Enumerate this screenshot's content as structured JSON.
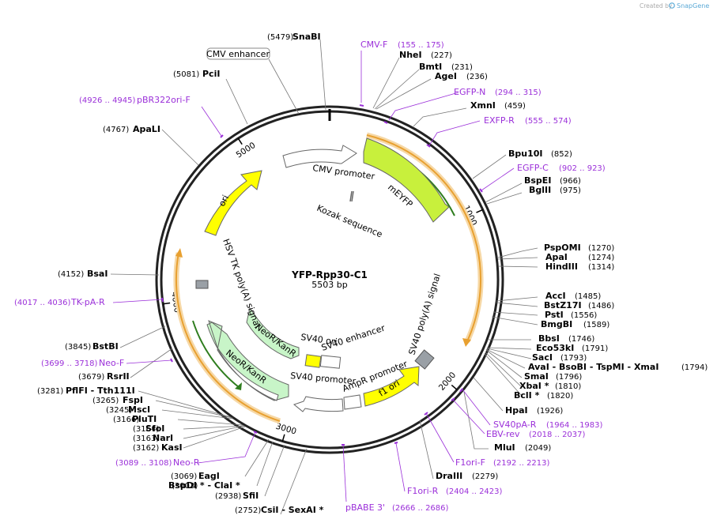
{
  "branding": {
    "created_by": "Created by",
    "app_name": "SnapGene"
  },
  "plasmid": {
    "name": "YFP-Rpp30-C1",
    "length_label": "5503 bp",
    "length": 5503
  },
  "tick_labels": [
    {
      "label": "1000",
      "pos": 1000
    },
    {
      "label": "2000",
      "pos": 2000
    },
    {
      "label": "3000",
      "pos": 3000
    },
    {
      "label": "4000",
      "pos": 4000
    },
    {
      "label": "5000",
      "pos": 5000
    }
  ],
  "site_labels": [
    {
      "name": "SnaBI",
      "pos_text": "(5479)"
    },
    {
      "name": "NheI",
      "pos_text": "(227)"
    },
    {
      "name": "BmtI",
      "pos_text": "(231)"
    },
    {
      "name": "AgeI",
      "pos_text": "(236)"
    },
    {
      "name": "XmnI",
      "pos_text": "(459)"
    },
    {
      "name": "Bpu10I",
      "pos_text": "(852)"
    },
    {
      "name": "BspEI",
      "pos_text": "(966)"
    },
    {
      "name": "BglII",
      "pos_text": "(975)"
    },
    {
      "name": "PspOMI",
      "pos_text": "(1270)"
    },
    {
      "name": "ApaI",
      "pos_text": "(1274)"
    },
    {
      "name": "HindIII",
      "pos_text": "(1314)"
    },
    {
      "name": "AccI",
      "pos_text": "(1485)"
    },
    {
      "name": "BstZ17I",
      "pos_text": "(1486)"
    },
    {
      "name": "PstI",
      "pos_text": "(1556)"
    },
    {
      "name": "BmgBI",
      "pos_text": "(1589)"
    },
    {
      "name": "BbsI",
      "pos_text": "(1746)"
    },
    {
      "name": "Eco53kI",
      "pos_text": "(1791)"
    },
    {
      "name": "SacI",
      "pos_text": "(1793)"
    },
    {
      "name": "AvaI  - BsoBI  - TspMI  - XmaI",
      "pos_text": "(1794)"
    },
    {
      "name": "SmaI",
      "pos_text": "(1796)"
    },
    {
      "name": "XbaI *",
      "pos_text": "(1810)"
    },
    {
      "name": "BclI *",
      "pos_text": "(1820)"
    },
    {
      "name": "HpaI",
      "pos_text": "(1926)"
    },
    {
      "name": "MluI",
      "pos_text": "(2049)"
    },
    {
      "name": "DraIII",
      "pos_text": "(2279)"
    },
    {
      "name": "CsiI  - SexAI *",
      "pos_text": "(2752)"
    },
    {
      "name": "SfiI",
      "pos_text": "(2938)"
    },
    {
      "name": "BspDI *  - ClaI *",
      "pos_text": "(3003)"
    },
    {
      "name": "EagI",
      "pos_text": "(3069)"
    },
    {
      "name": "KasI",
      "pos_text": "(3162)"
    },
    {
      "name": "NarI",
      "pos_text": "(3163)"
    },
    {
      "name": "SfoI",
      "pos_text": "(3164)"
    },
    {
      "name": "PluTI",
      "pos_text": "(3166)"
    },
    {
      "name": "MscI",
      "pos_text": "(3245)"
    },
    {
      "name": "FspI",
      "pos_text": "(3265)"
    },
    {
      "name": "PflFI  - Tth111I",
      "pos_text": "(3281)"
    },
    {
      "name": "RsrII",
      "pos_text": "(3679)"
    },
    {
      "name": "BstBI",
      "pos_text": "(3845)"
    },
    {
      "name": "BsaI",
      "pos_text": "(4152)"
    },
    {
      "name": "ApaLI",
      "pos_text": "(4767)"
    },
    {
      "name": "PciI",
      "pos_text": "(5081)"
    }
  ],
  "primer_labels": [
    {
      "name": "CMV-F",
      "pos_text": "(155 .. 175)"
    },
    {
      "name": "EGFP-N",
      "pos_text": "(294 .. 315)"
    },
    {
      "name": "EXFP-R",
      "pos_text": "(555 .. 574)"
    },
    {
      "name": "EGFP-C",
      "pos_text": "(902 .. 923)"
    },
    {
      "name": "SV40pA-R",
      "pos_text": "(1964 .. 1983)"
    },
    {
      "name": "EBV-rev",
      "pos_text": "(2018 .. 2037)"
    },
    {
      "name": "F1ori-F",
      "pos_text": "(2192 .. 2213)"
    },
    {
      "name": "F1ori-R",
      "pos_text": "(2404 .. 2423)"
    },
    {
      "name": "pBABE 3'",
      "pos_text": "(2666 .. 2686)"
    },
    {
      "name": "Neo-R",
      "pos_text": "(3089 .. 3108)"
    },
    {
      "name": "Neo-F",
      "pos_text": "(3699 .. 3718)"
    },
    {
      "name": "TK-pA-R",
      "pos_text": "(4017 .. 4036)"
    },
    {
      "name": "pBR322ori-F",
      "pos_text": "(4926 .. 4945)"
    }
  ],
  "boxed_feature": "CMV enhancer",
  "features": {
    "cmv_promoter": "CMV promoter",
    "meyfp": "mEYFP",
    "kozak": "Kozak sequence",
    "sv40_polya": "SV40 poly(A) signal",
    "f1_ori": "f1 ori",
    "ampr_promoter": "AmpR promoter",
    "sv40_promoter": "SV40 promoter",
    "sv40_ori": "SV40 ori",
    "sv40_enhancer": "SV40 enhancer",
    "neokanr_outer": "NeoR/KanR",
    "neokanr_inner": "NeoR/KanR",
    "hsv_tk_polya": "HSV TK poly(A) signal",
    "ori": "ori"
  },
  "colors": {
    "meyfp": "#c8f03c",
    "yellow_feature": "#ffff00",
    "neo_green": "#c8f5c8",
    "primer": "#9b30d9",
    "orf_orange": "#e8a030",
    "orf_green": "#2e7d1e"
  }
}
